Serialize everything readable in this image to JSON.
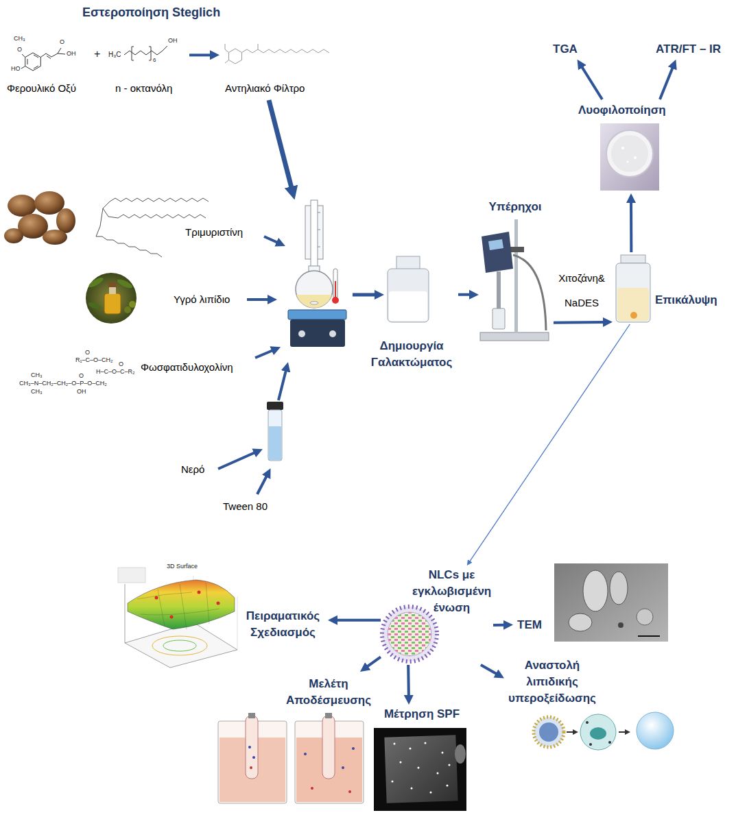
{
  "diagram": {
    "title": "Εστεροποίηση Steglich",
    "nodes": [
      {
        "text": [
          "Φερουλικό Οξύ"
        ]
      },
      {
        "text": [
          "n - οκτανόλη"
        ]
      },
      {
        "text": [
          "Αντηλιακό Φίλτρο"
        ]
      },
      {
        "text": [
          "TGA"
        ]
      },
      {
        "text": [
          "ATR/FT – IR"
        ]
      },
      {
        "text": [
          "Λυοφιλοποίηση"
        ]
      },
      {
        "text": [
          "Τριμυριστίνη"
        ]
      },
      {
        "text": [
          "Υγρό λιπίδιο"
        ]
      },
      {
        "text": [
          "Υπέρηχοι"
        ]
      },
      {
        "text": [
          "Δημιουργία Γαλακτώματος"
        ]
      },
      {
        "text": [
          "Επικάλυψη"
        ]
      },
      {
        "text": [
          "Φωσφατιδυλοχολίνη"
        ]
      },
      {
        "text": [
          "Νερό"
        ]
      },
      {
        "text": [
          "Tween 80"
        ]
      },
      {
        "text": [
          "NLCs με εγκλωβισμένη ένωση"
        ]
      },
      {
        "text": [
          "Πειραματικός Σχεδιασμός"
        ]
      },
      {
        "text": [
          "TEM"
        ]
      },
      {
        "text": [
          "Μελέτη Αποδέσμευσης"
        ]
      },
      {
        "text": [
          "Μέτρηση SPF"
        ]
      },
      {
        "text": [
          "Αναστολή λιπιδικής υπεροξείδωσης"
        ]
      }
    ],
    "edges": [
      {
        "from": 1,
        "to": 2,
        "arrow": "to"
      },
      {
        "from": 9,
        "to": 8,
        "arrow": "to"
      },
      {
        "from": 8,
        "to": 10,
        "label": "Χιτοζάνη& NaDES",
        "arrow": "to"
      },
      {
        "from": 10,
        "to": 5,
        "arrow": "to"
      },
      {
        "from": 5,
        "to": 3,
        "arrow": "to"
      },
      {
        "from": 5,
        "to": 4,
        "arrow": "to"
      },
      {
        "from": 10,
        "to": 14,
        "arrow": "to"
      },
      {
        "from": 14,
        "to": 15,
        "arrow": "to"
      },
      {
        "from": 14,
        "to": 16,
        "arrow": "to"
      },
      {
        "from": 14,
        "to": 17,
        "arrow": "to"
      },
      {
        "from": 14,
        "to": 18,
        "arrow": "to"
      },
      {
        "from": 14,
        "to": 19,
        "arrow": "to"
      }
    ],
    "labels": [
      "+",
      "CH₃",
      "O",
      "HO",
      "O",
      "OH",
      "H₃C",
      "6",
      "OH",
      "O",
      "R₁–C–O–CH₂",
      "O",
      "H–C–O–C–R₂",
      "CH₃",
      "CH₃–N–CH₂–CH₂–O–P–O–CH₂",
      "O",
      "OH",
      "CH₃",
      "3D Surface"
    ]
  }
}
